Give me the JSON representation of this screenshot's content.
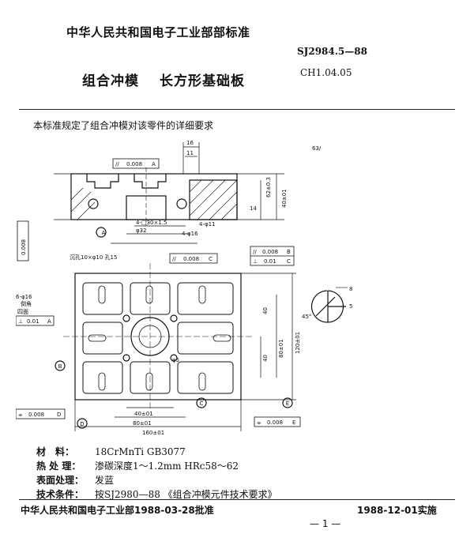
{
  "header": {
    "org": "中华人民共和国电子工业部部标准",
    "standard_no": "SJ2984.5—88",
    "title_part1": "组合冲模",
    "title_part2": "长方形基础板",
    "part_code": "CH1.04.05"
  },
  "intro": "本标准规定了组合冲模对该零件的详细要求",
  "drawing": {
    "section_labels": [
      "A",
      "B",
      "C",
      "D",
      "E"
    ],
    "dims": {
      "overall_length": "160±01",
      "hole_pitch_x": "80±01",
      "hole_pitch_x_inner": "40±01",
      "overall_width": "120±01",
      "hole_pitch_y": "80±01",
      "hole_pitch_y_inner": "40",
      "pitch_y_small": "40",
      "height_total": "40±01",
      "height_mid": "62±0.3",
      "dim_16": "16",
      "dim_11": "11",
      "dim_14": "14",
      "slot": "4-□30×1.5",
      "hole_11": "4-φ11",
      "hole_16": "4-φ16",
      "hole_32": "φ32",
      "chamfer": "45°",
      "dim_8": "8",
      "dim_5": "5",
      "roughness": "63/",
      "corner_holes": "6-φ16",
      "corner_note": "倒角",
      "center_note": "四面",
      "hole_note": "沉孔10×φ10 孔15",
      "center_hole_note": "φ5"
    },
    "tolerances": {
      "parallel_top": [
        "//",
        "0.008",
        "A"
      ],
      "parallel_side": [
        "//",
        "0.008",
        "A"
      ],
      "parallel_plan": [
        "//",
        "0.008",
        "C"
      ],
      "parallel_b": [
        "//",
        "0.008",
        "B"
      ],
      "perp_c": [
        "⊥",
        "0.01",
        "C"
      ],
      "perp_a": [
        "⊥",
        "0.01",
        "A"
      ],
      "flat_d": [
        "⌯",
        "0.008",
        "D"
      ],
      "flat_e": [
        "⌯",
        "0.008",
        "E"
      ]
    }
  },
  "specs": [
    {
      "label": "材　料：",
      "value": "18CrMnTi GB3077"
    },
    {
      "label": "热 处 理：",
      "value": "渗碳深度1～1.2mm HRc58～62"
    },
    {
      "label": "表面处理：",
      "value": "发蓝"
    },
    {
      "label": "技术条件：",
      "value": "按SJ2980—88 《组合冲模元件技术要求》"
    }
  ],
  "footer": {
    "approval": "中华人民共和国电子工业部1988-03-28批准",
    "implementation": "1988-12-01实施",
    "page": "— 1 —"
  }
}
